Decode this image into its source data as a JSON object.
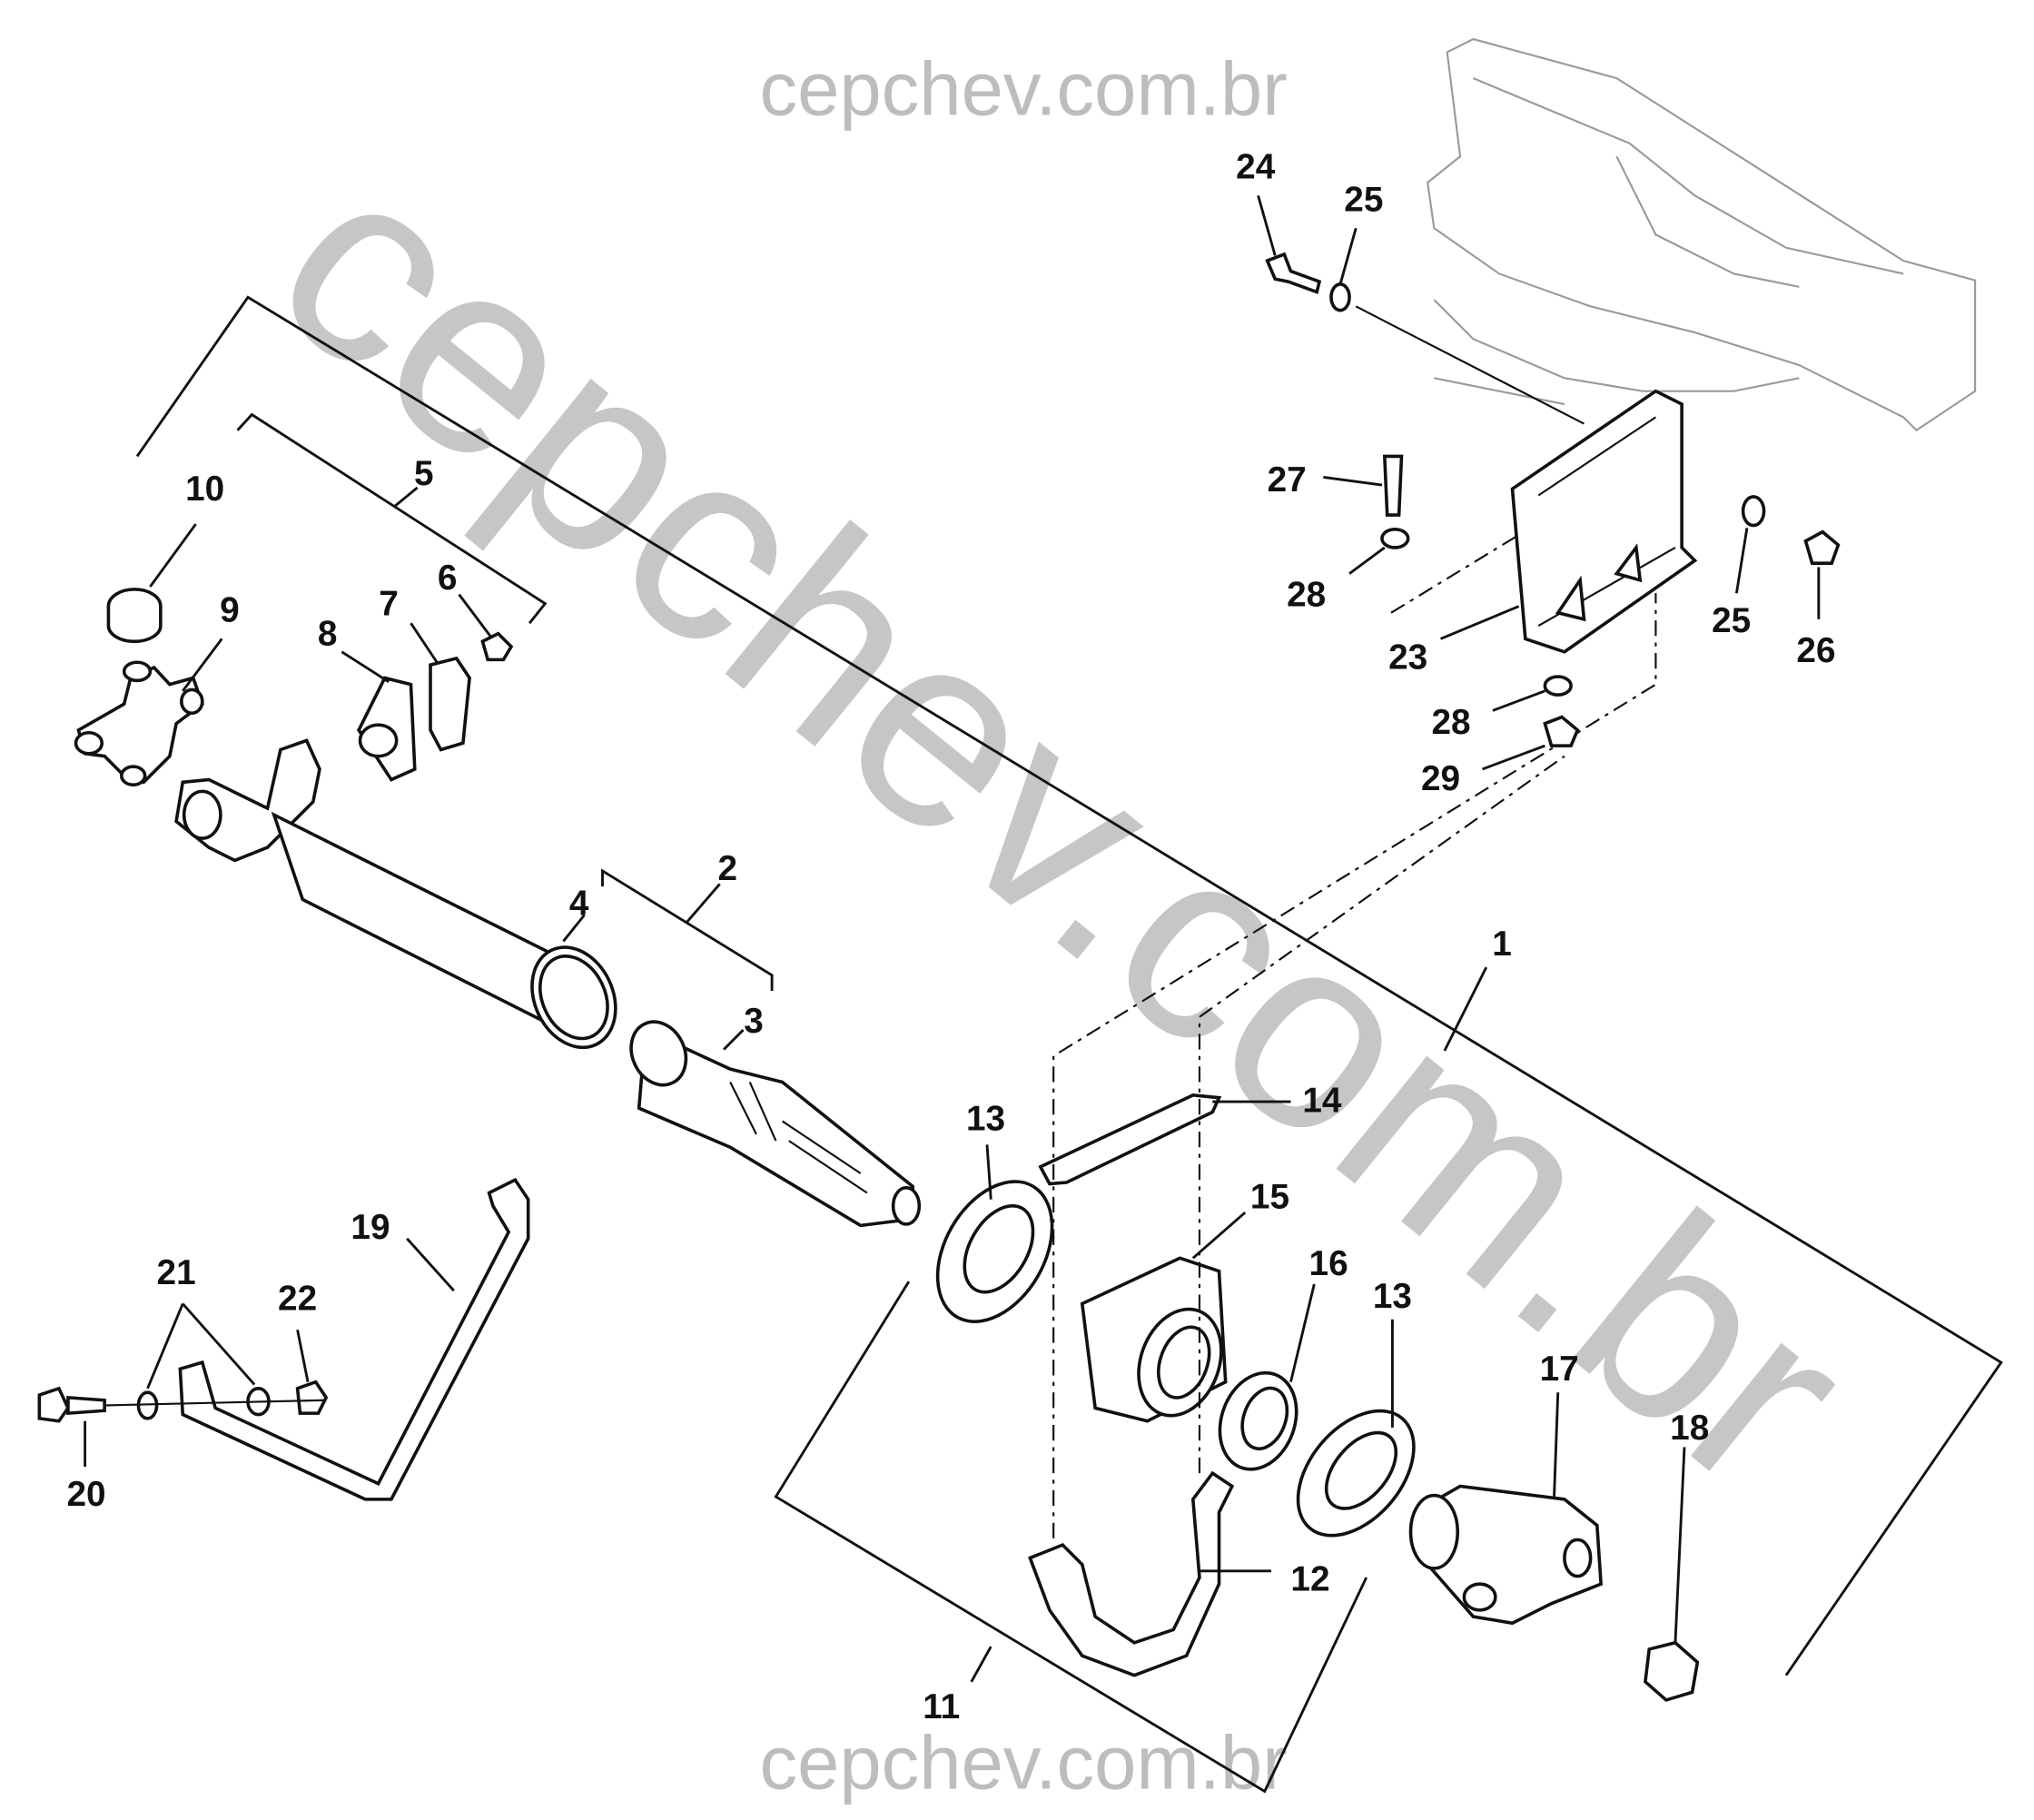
{
  "watermark": {
    "top": "cepchev.com.br",
    "bottom": "cepchev.com.br",
    "diagonal": "cepchev.com.br"
  },
  "callouts": {
    "c1": "1",
    "c2": "2",
    "c3": "3",
    "c4": "4",
    "c5": "5",
    "c6": "6",
    "c7": "7",
    "c8": "8",
    "c9": "9",
    "c10": "10",
    "c11": "11",
    "c12": "12",
    "c13a": "13",
    "c13b": "13",
    "c14": "14",
    "c15": "15",
    "c16": "16",
    "c17": "17",
    "c18": "18",
    "c19": "19",
    "c20": "20",
    "c21": "21",
    "c22": "22",
    "c23": "23",
    "c24": "24",
    "c25a": "25",
    "c25b": "25",
    "c26": "26",
    "c27": "27",
    "c28a": "28",
    "c28b": "28",
    "c29": "29"
  }
}
